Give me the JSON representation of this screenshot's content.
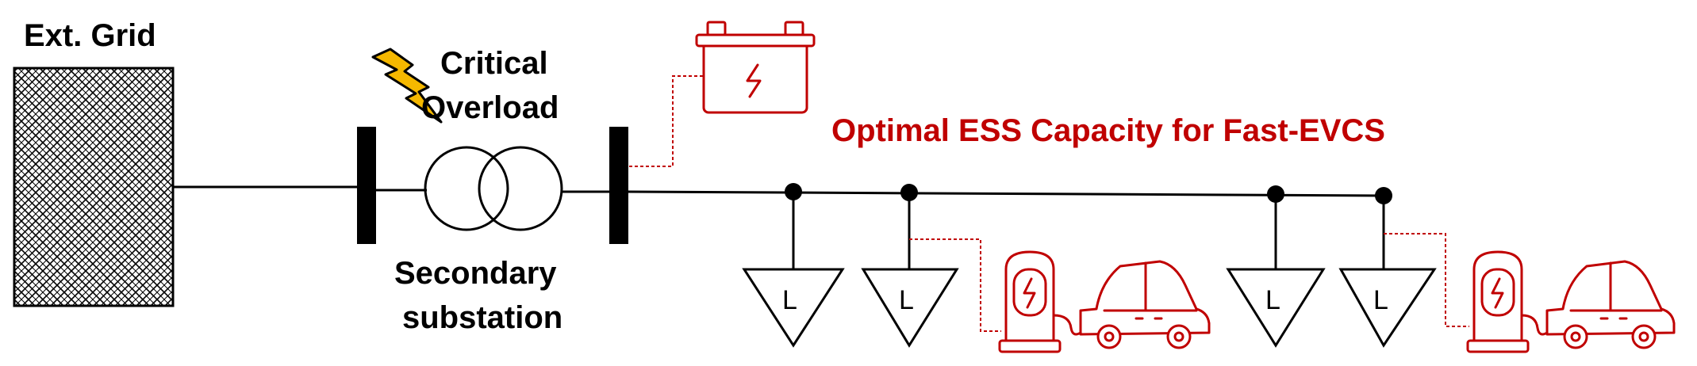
{
  "labels": {
    "ext_grid": "Ext. Grid",
    "critical_overload_line1": "Critical",
    "critical_overload_line2": "Overload",
    "secondary_substation_line1": "Secondary",
    "secondary_substation_line2": "substation",
    "ess_title": "Optimal ESS Capacity for Fast-EVCS",
    "load_symbol": "L"
  },
  "colors": {
    "line": "#000000",
    "accent": "#C00000",
    "lightning": "#F5B800"
  },
  "icons": {
    "ext_grid": "hatched-grid-box",
    "overload": "lightning-bolt-icon",
    "transformer": "transformer-icon",
    "ess": "battery-icon",
    "evcs": "ev-charger-icon",
    "vehicle": "electric-car-icon",
    "load": "load-triangle-icon"
  }
}
